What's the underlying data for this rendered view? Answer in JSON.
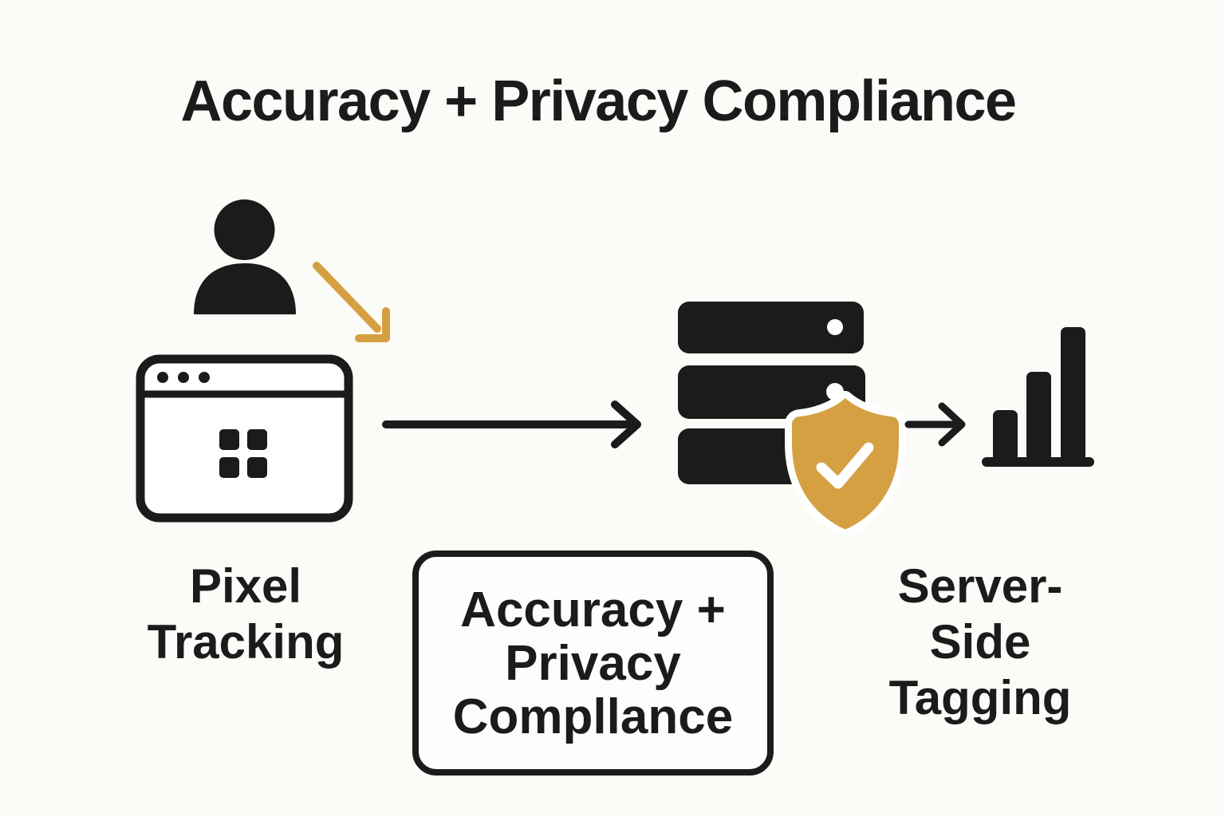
{
  "title": "Accuracy + Privacy Compliance",
  "labels": {
    "pixel_tracking": "Pixel\nTracking",
    "server_side_tagging": "Server-Side\nTagging",
    "center_box": "Accuracy +\nPrivacy\nCompllance"
  },
  "icons": {
    "user": "user-icon",
    "tracking_arrow": "gold-diagonal-arrow-icon",
    "browser": "browser-window-icon",
    "flow_arrow": "right-arrow-icon",
    "server": "server-stack-icon",
    "shield": "shield-check-icon",
    "result_arrow": "right-arrow-icon",
    "chart": "bar-chart-icon"
  },
  "colors": {
    "ink": "#1b1b1b",
    "gold": "#d5a042",
    "background": "#fbfbf8",
    "white": "#ffffff"
  }
}
